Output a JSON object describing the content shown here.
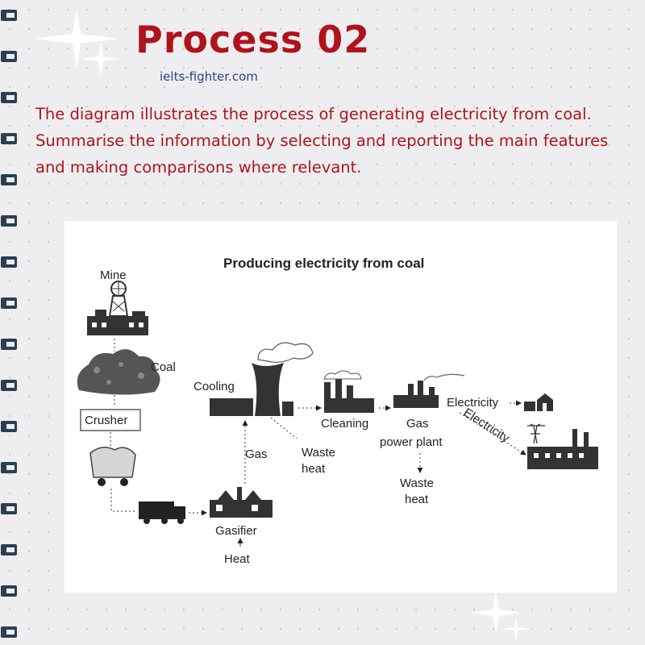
{
  "header": {
    "title": "Process 02",
    "site": "ielts-fighter.com"
  },
  "prompt": {
    "line1": "The diagram illustrates the process of generating electricity from coal.",
    "line2": "Summarise the information by selecting and reporting the main features and making comparisons where relevant."
  },
  "diagram": {
    "title": "Producing electricity from coal",
    "labels": {
      "mine": "Mine",
      "coal": "Coal",
      "crusher": "Crusher",
      "cooling": "Cooling",
      "gas": "Gas",
      "waste_heat_1_a": "Waste",
      "waste_heat_1_b": "heat",
      "gasifier": "Gasifier",
      "heat": "Heat",
      "cleaning": "Cleaning",
      "gas_power_plant_a": "Gas",
      "gas_power_plant_b": "power plant",
      "waste_heat_2_a": "Waste",
      "waste_heat_2_b": "heat",
      "electricity_1": "Electricity",
      "electricity_2": "Electricity"
    }
  },
  "colors": {
    "title": "#b0131c",
    "site": "#2f3e86",
    "prompt": "#b0131c"
  }
}
